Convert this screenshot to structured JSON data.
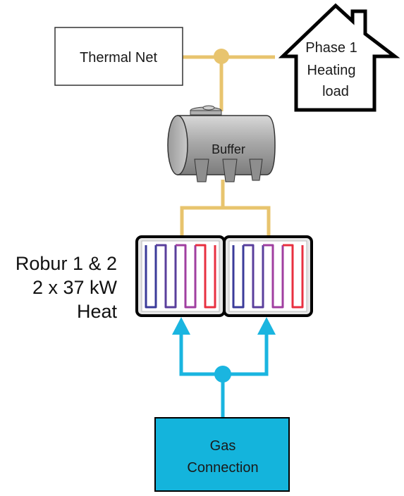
{
  "nodes": {
    "thermal_net": "Thermal Net",
    "heating_load": [
      "Phase 1",
      "Heating",
      "load"
    ],
    "buffer": "Buffer",
    "robur": [
      "Robur 1 & 2",
      "2 x 37 kW",
      "Heat"
    ],
    "gas_connection": [
      "Gas",
      "Connection"
    ]
  },
  "colors": {
    "heat_pipe": "#e8c46e",
    "gas_pipe": "#1ab5e0",
    "gas_box": "#14b4dc",
    "outline": "#000000",
    "tank": "#a8a8a8"
  }
}
